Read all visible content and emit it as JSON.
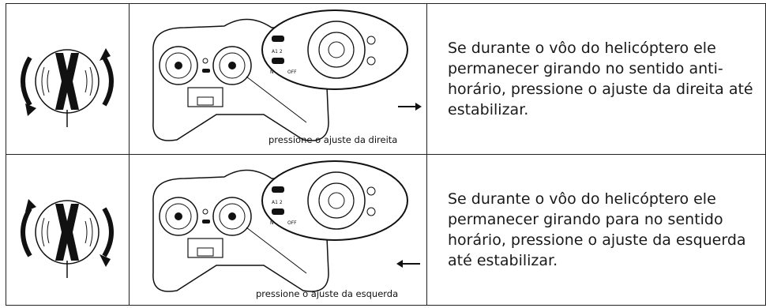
{
  "rows": [
    {
      "caption": "pressione o ajuste da direita",
      "instruction": "Se durante o vôo do helicóptero ele permanecer girando no sentido anti-horário, pressione o ajuste da direita até estabilizar.",
      "rotation": "anti-horário",
      "arrow_direction": "right",
      "switch_label": "A1 2",
      "on_label": "N",
      "off_label": "OFF"
    },
    {
      "caption": "pressione o ajuste da esquerda",
      "instruction": "Se durante o vôo do helicóptero ele permanecer girando para no sentido horário, pressione o ajuste da esquerda até estabilizar.",
      "rotation": "horário",
      "arrow_direction": "left",
      "switch_label": "A1 2",
      "on_label": "N",
      "off_label": "OFF"
    }
  ],
  "icons": [
    "helicopter-rotation-icon",
    "remote-control-icon",
    "trim-arrow-icon"
  ]
}
